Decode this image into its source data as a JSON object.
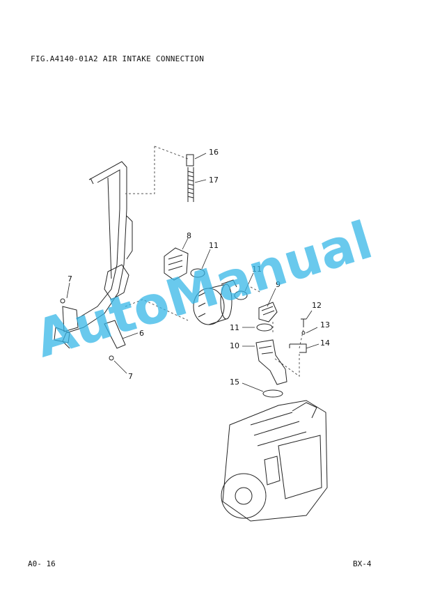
{
  "figure": {
    "title": "FIG.A4140-01A2  AIR INTAKE CONNECTION"
  },
  "callouts": [
    "16",
    "17",
    "8",
    "11",
    "11",
    "9",
    "7",
    "11",
    "12",
    "13",
    "6",
    "10",
    "14",
    "7",
    "15"
  ],
  "watermark": "AutoManual",
  "footer": {
    "page_left": "A0-  16",
    "page_right": "BX-4"
  }
}
